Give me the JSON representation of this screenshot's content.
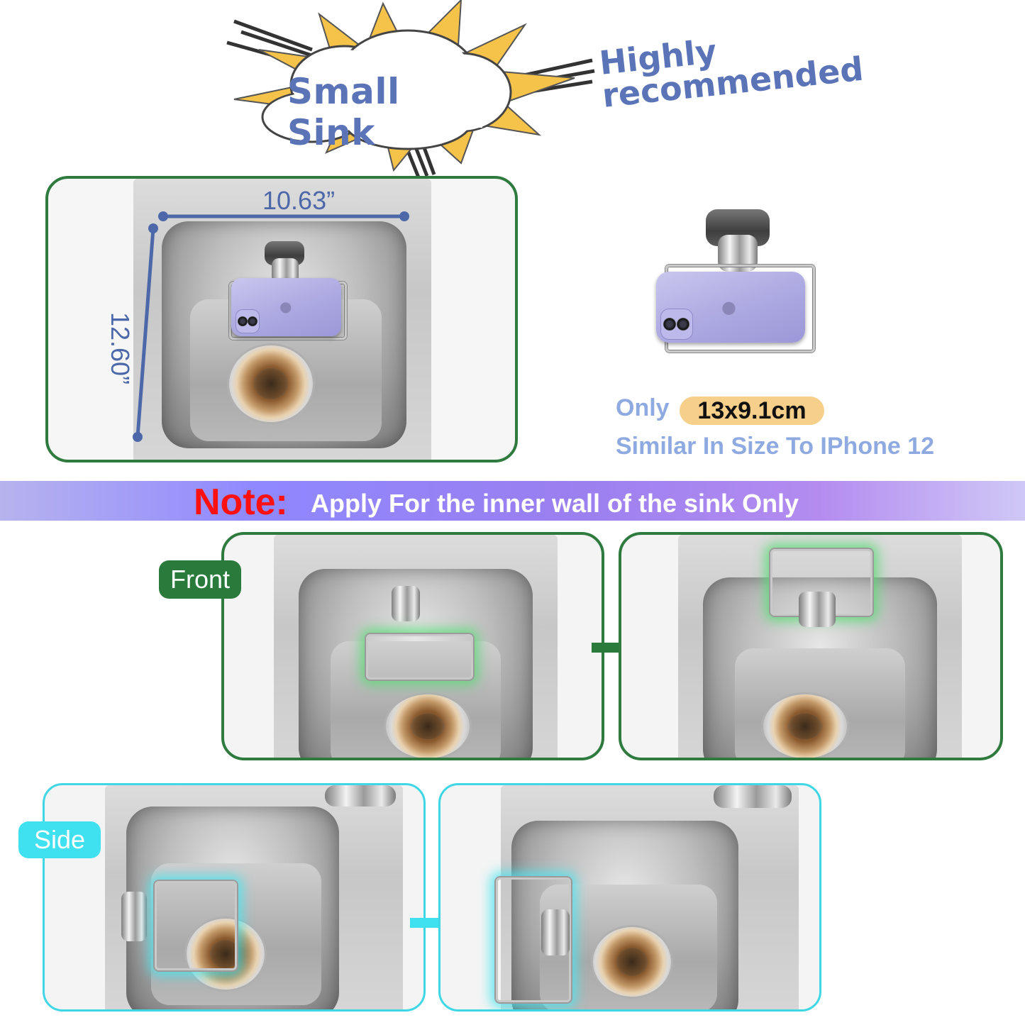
{
  "header": {
    "burst_title": "Small Sink",
    "recommended_line1": "Highly",
    "recommended_line2": "recommended"
  },
  "dimensions": {
    "width_label": "10.63”",
    "height_label": "12.60”"
  },
  "size_info": {
    "only_label": "Only",
    "size_value": "13x9.1cm",
    "similar_text": "Similar In Size To IPhone 12"
  },
  "note": {
    "label": "Note:",
    "text": "Apply For the inner wall of the sink Only"
  },
  "tags": {
    "front": "Front",
    "side": "Side"
  },
  "colors": {
    "title_blue": "#5b74b8",
    "burst_yellow": "#f5c24a",
    "panel_green": "#2f7a3f",
    "panel_cyan": "#3fd7e6",
    "note_red": "#ff1010",
    "size_badge": "#f6cf8a"
  }
}
